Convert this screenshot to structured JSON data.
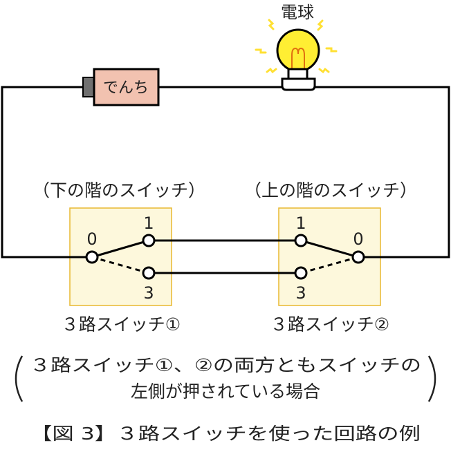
{
  "bulb_label": "電球",
  "battery_label": "でんち",
  "switch_captions": {
    "lower": "（下の階のスイッチ）",
    "upper": "（上の階のスイッチ）"
  },
  "switch1": {
    "terminal_0": "0",
    "terminal_1": "1",
    "terminal_3": "3",
    "name": "３路スイッチ①"
  },
  "switch2": {
    "terminal_0": "0",
    "terminal_1": "1",
    "terminal_3": "3",
    "name": "３路スイッチ②"
  },
  "note": {
    "line1": "３路スイッチ①、②の両方ともスイッチの",
    "line2": "左側が押されている場合"
  },
  "figure_caption": "【図 3】３路スイッチを使った回路の例",
  "colors": {
    "wire": "#000000",
    "battery_fill": "#f2c2b0",
    "battery_terminal": "#707070",
    "switch_box_fill": "#fdf8dc",
    "switch_box_border": "#e8b830",
    "bulb_glass": "#ffee33",
    "bulb_rays": "#ffe033",
    "filament": "#e07010"
  }
}
